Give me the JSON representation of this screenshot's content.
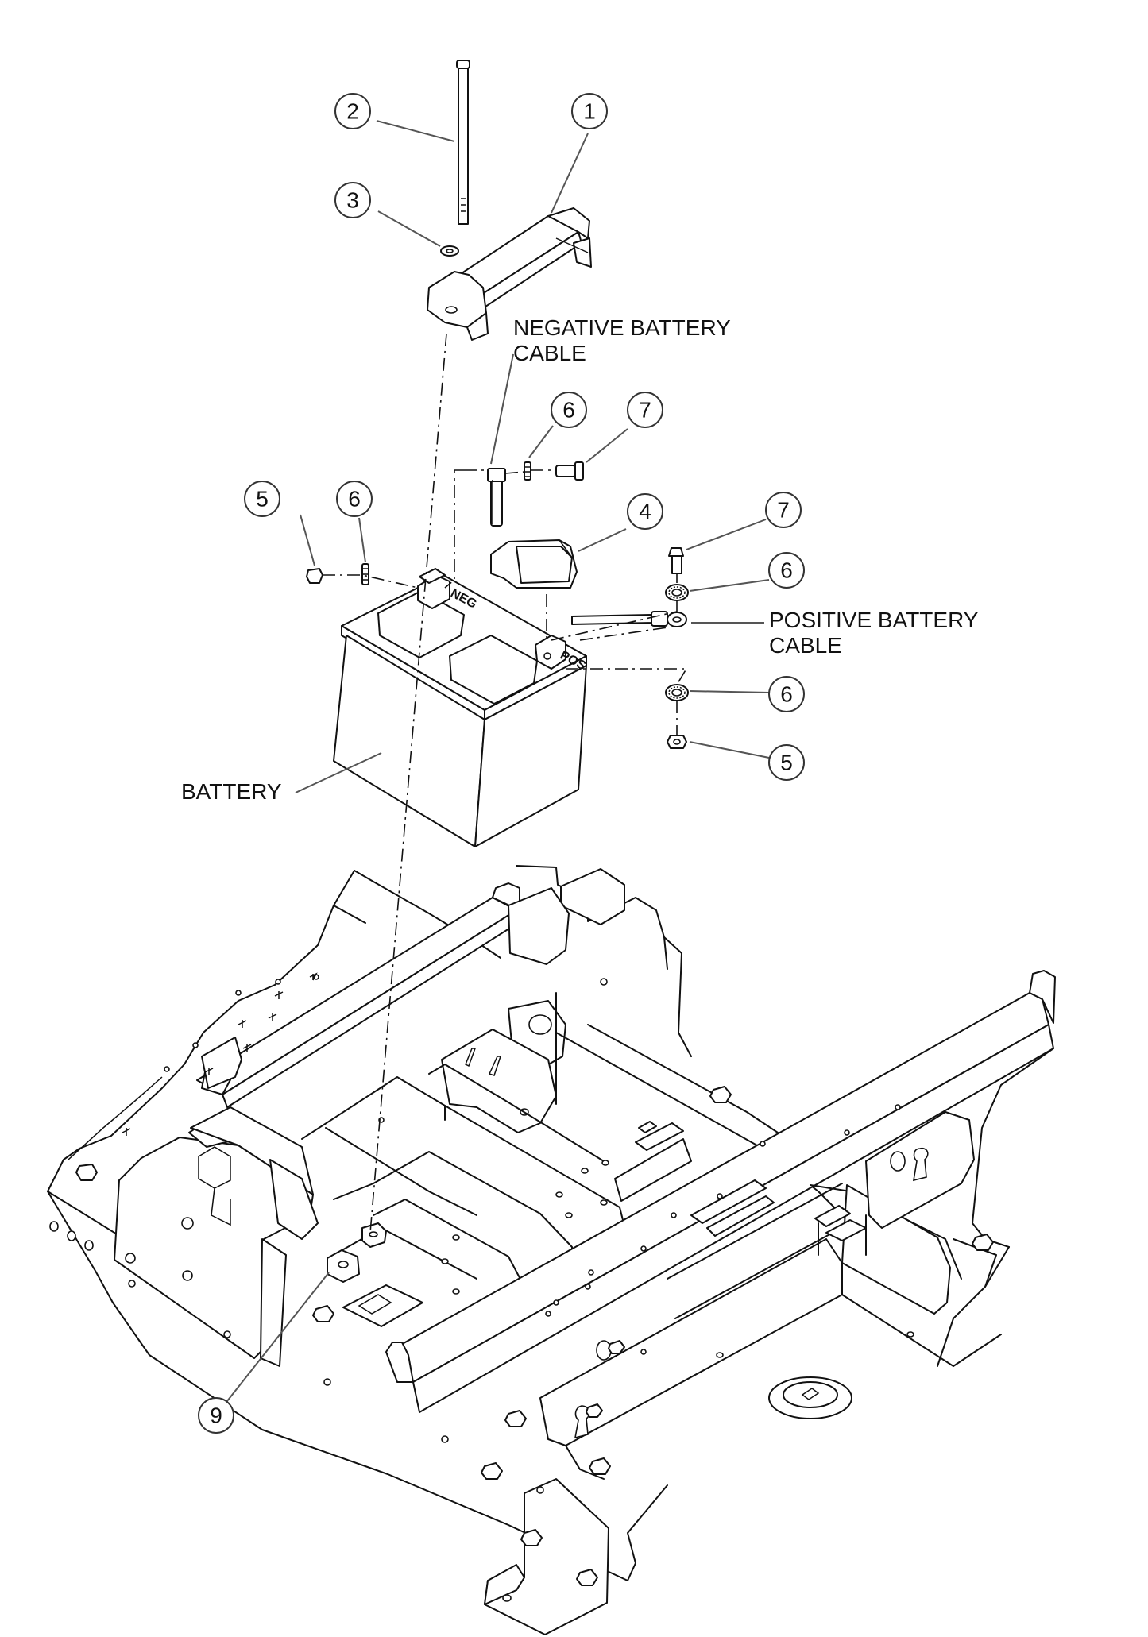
{
  "callouts": {
    "c1": "1",
    "c2": "2",
    "c3": "3",
    "c4": "4",
    "c5a": "5",
    "c5b": "5",
    "c6a": "6",
    "c6b": "6",
    "c6c": "6",
    "c6d": "6",
    "c7a": "7",
    "c7b": "7",
    "c9": "9"
  },
  "labels": {
    "negative_line1": "NEGATIVE BATTERY",
    "negative_line2": "CABLE",
    "positive_line1": "POSITIVE BATTERY",
    "positive_line2": "CABLE",
    "battery": "BATTERY"
  },
  "terminal_marks": {
    "neg": "NEG",
    "pos": "POS"
  }
}
